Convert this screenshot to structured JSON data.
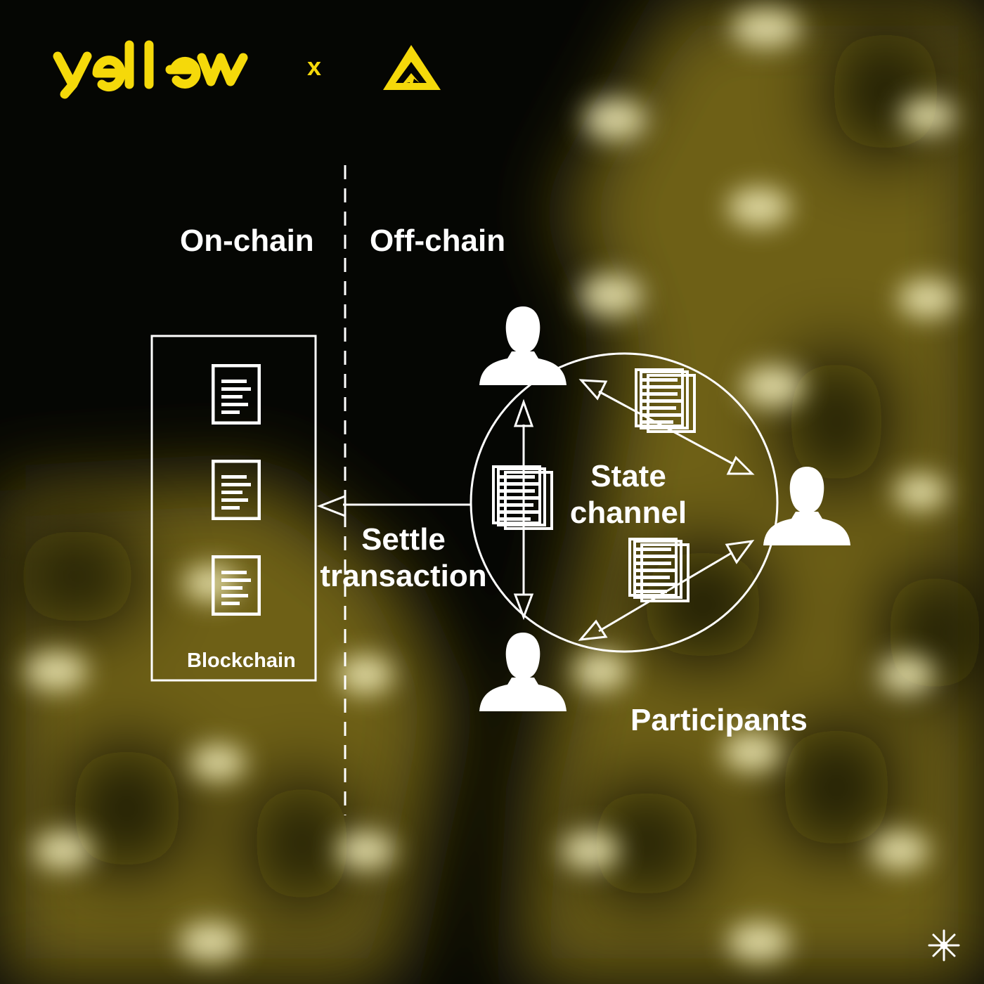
{
  "brand": {
    "logo_text": "yellow",
    "separator": "x",
    "partner_logo": "triangle-arrow-logo",
    "accent_color": "#f5d90a"
  },
  "diagram": {
    "left_region_label": "On-chain",
    "right_region_label": "Off-chain",
    "blockchain": {
      "label": "Blockchain",
      "blocks": [
        "document-icon",
        "document-icon",
        "document-icon"
      ]
    },
    "settle_label_line1": "Settle",
    "settle_label_line2": "transaction",
    "channel_label_line1": "State",
    "channel_label_line2": "channel",
    "participants_label": "Participants",
    "participants": [
      "person-icon",
      "person-icon",
      "person-icon"
    ],
    "corner_icon": "sparkle-icon",
    "line_color": "#ffffff",
    "background_glow_color": "#6e6112"
  }
}
